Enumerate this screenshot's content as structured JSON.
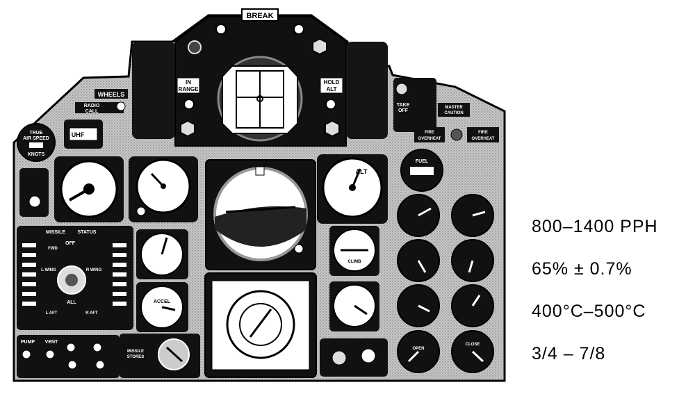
{
  "panel": {
    "top_labels": {
      "break": "BREAK",
      "in_range": [
        "IN",
        "RANGE"
      ],
      "hold_alt": [
        "HOLD",
        "ALT"
      ]
    },
    "left_labels": {
      "wheels": "WHEELS",
      "radio_call": [
        "RADIO",
        "CALL"
      ],
      "airspeed": [
        "TRUE",
        "AIR SPEED"
      ],
      "knots": "KNOTS",
      "uhf": "UHF"
    },
    "right_labels": {
      "take_off": [
        "TAKE",
        "OFF"
      ],
      "master_caution": [
        "MASTER",
        "CAUTION"
      ],
      "fire_overheat_left": [
        "FIRE",
        "OVERHEAT"
      ],
      "fire_overheat_right": [
        "FIRE",
        "OVERHEAT"
      ]
    },
    "instrument_labels": {
      "alt": "ALT",
      "climb": "CLIMB",
      "accel": "ACCEL",
      "fuel": "FUEL",
      "open": "OPEN",
      "close": "CLOSE"
    },
    "missile_status": {
      "missile": "MISSILE",
      "status": "STATUS",
      "off": "OFF",
      "l_wing": "L WING",
      "r_wing": "R WING",
      "all": "ALL",
      "l_aft": "L AFT",
      "r_aft": "R AFT",
      "fwd": "FWD"
    },
    "bottom_labels": {
      "pump": "PUMP",
      "vent": "VENT",
      "missile_stores": [
        "MISSILE",
        "STORES"
      ]
    }
  },
  "specs": [
    "800–1400 PPH",
    "65% ± 0.7%",
    "400°C–500°C",
    "3/4 – 7/8"
  ]
}
